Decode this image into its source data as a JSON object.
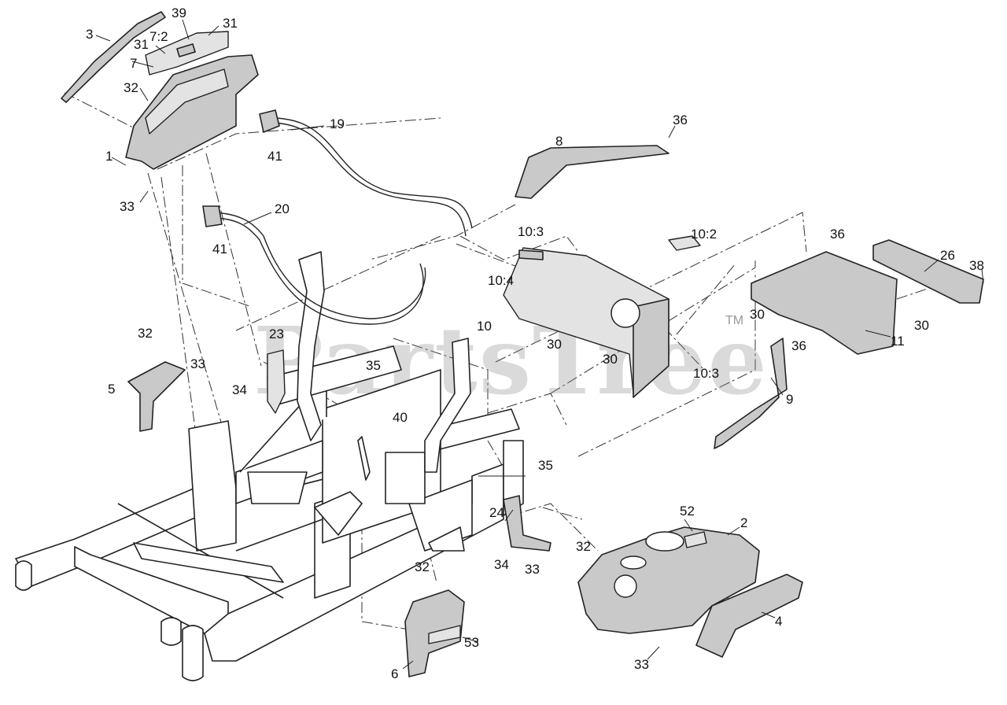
{
  "watermark": {
    "text": "PartsTree",
    "trademark": "TM"
  },
  "labels": [
    "3",
    "39",
    "31",
    "7:2",
    "31",
    "7",
    "32",
    "1",
    "33",
    "19",
    "41",
    "20",
    "41",
    "8",
    "36",
    "10:3",
    "10:2",
    "36",
    "26",
    "38",
    "10:4",
    "10",
    "30",
    "30",
    "30",
    "11",
    "30",
    "10:3",
    "36",
    "9",
    "32",
    "23",
    "33",
    "34",
    "35",
    "5",
    "40",
    "35",
    "24",
    "34",
    "33",
    "52",
    "2",
    "32",
    "32",
    "53",
    "6",
    "4",
    "33"
  ],
  "colors": {
    "part_fill": "#c9c9c9",
    "outline": "#222222",
    "watermark": "#8c8c8c"
  }
}
